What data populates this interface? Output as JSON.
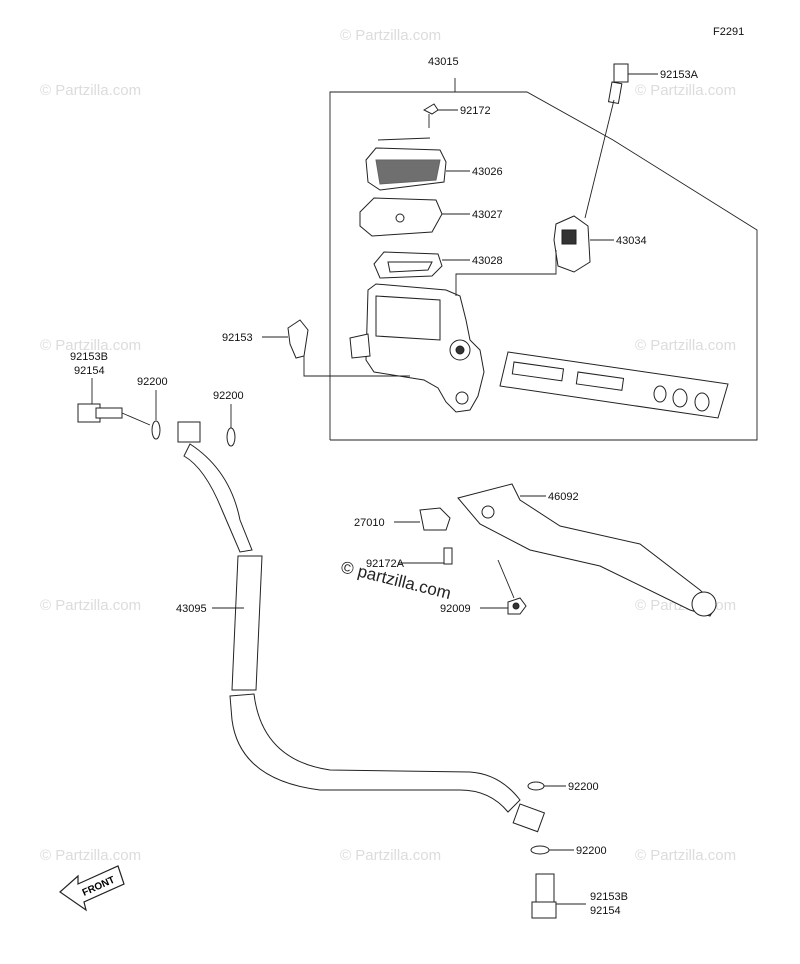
{
  "figure_code": "F2291",
  "watermark_text": "© Partzilla.com",
  "center_watermark": "© partzilla.com",
  "front_label": "FRONT",
  "parts": {
    "p43015": "43015",
    "p92172": "92172",
    "p43026": "43026",
    "p43027": "43027",
    "p43028": "43028",
    "p92153A": "92153A",
    "p43034": "43034",
    "p92153": "92153",
    "p92153B_top": "92153B",
    "p92154_top": "92154",
    "p92200_a": "92200",
    "p92200_b": "92200",
    "p46092": "46092",
    "p27010": "27010",
    "p92172A": "92172A",
    "p92009": "92009",
    "p43095": "43095",
    "p92200_c": "92200",
    "p92200_d": "92200",
    "p92153B_bottom": "92153B",
    "p92154_bottom": "92154"
  }
}
